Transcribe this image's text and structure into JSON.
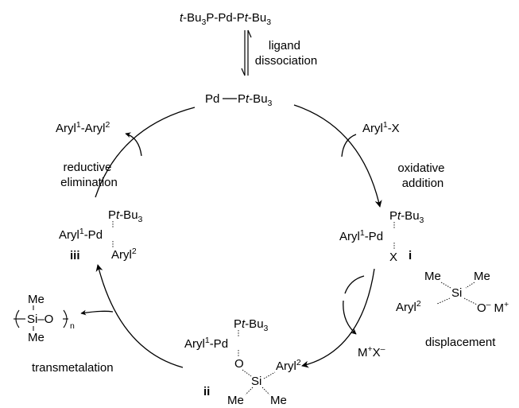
{
  "top_complex": {
    "a": "t",
    "b": "-Bu",
    "c": "3",
    "d": "P-Pd-P",
    "e": "t",
    "f": "-Bu",
    "g": "3"
  },
  "dissociation": {
    "line1": "ligand",
    "line2": "dissociation"
  },
  "pd_center": {
    "a": "Pd",
    "b": "P",
    "c": "t",
    "d": "-Bu",
    "e": "3"
  },
  "product": {
    "a": "Aryl",
    "b": "1",
    "c": "-Aryl",
    "d": "2"
  },
  "reductive": {
    "line1": "reductive",
    "line2": "elimination"
  },
  "aryl_halide": {
    "a": "Aryl",
    "b": "1",
    "c": "-X"
  },
  "oxidative": {
    "line1": "oxidative",
    "line2": "addition"
  },
  "complex_i": {
    "p_a": "P",
    "p_b": "t",
    "p_c": "-Bu",
    "p_d": "3",
    "aryl_a": "Aryl",
    "aryl_b": "1",
    "aryl_c": "-Pd",
    "x": "X",
    "label": "i"
  },
  "complex_iii": {
    "p_a": "P",
    "p_b": "t",
    "p_c": "-Bu",
    "p_d": "3",
    "aryl_a": "Aryl",
    "aryl_b": "1",
    "aryl_c": "-Pd",
    "aryl2_a": "Aryl",
    "aryl2_b": "2",
    "label": "iii"
  },
  "silanolate": {
    "me1": "Me",
    "me2": "Me",
    "si": "Si",
    "aryl_a": "Aryl",
    "aryl_b": "2",
    "o": "O",
    "o_sup": "–",
    "m": "M",
    "m_sup": "+"
  },
  "displacement": "displacement",
  "salt": {
    "a": "M",
    "b": "+",
    "c": "X",
    "d": "–"
  },
  "complex_ii": {
    "p_a": "P",
    "p_b": "t",
    "p_c": "-Bu",
    "p_d": "3",
    "aryl_a": "Aryl",
    "aryl_b": "1",
    "aryl_c": "-Pd",
    "o": "O",
    "si": "Si",
    "aryl2_a": "Aryl",
    "aryl2_b": "2",
    "me1": "Me",
    "me2": "Me",
    "label": "ii"
  },
  "polysiloxane": {
    "me_top": "Me",
    "chain": "Si–O",
    "me_bot": "Me",
    "n": "n"
  },
  "transmetalation": "transmetalation"
}
